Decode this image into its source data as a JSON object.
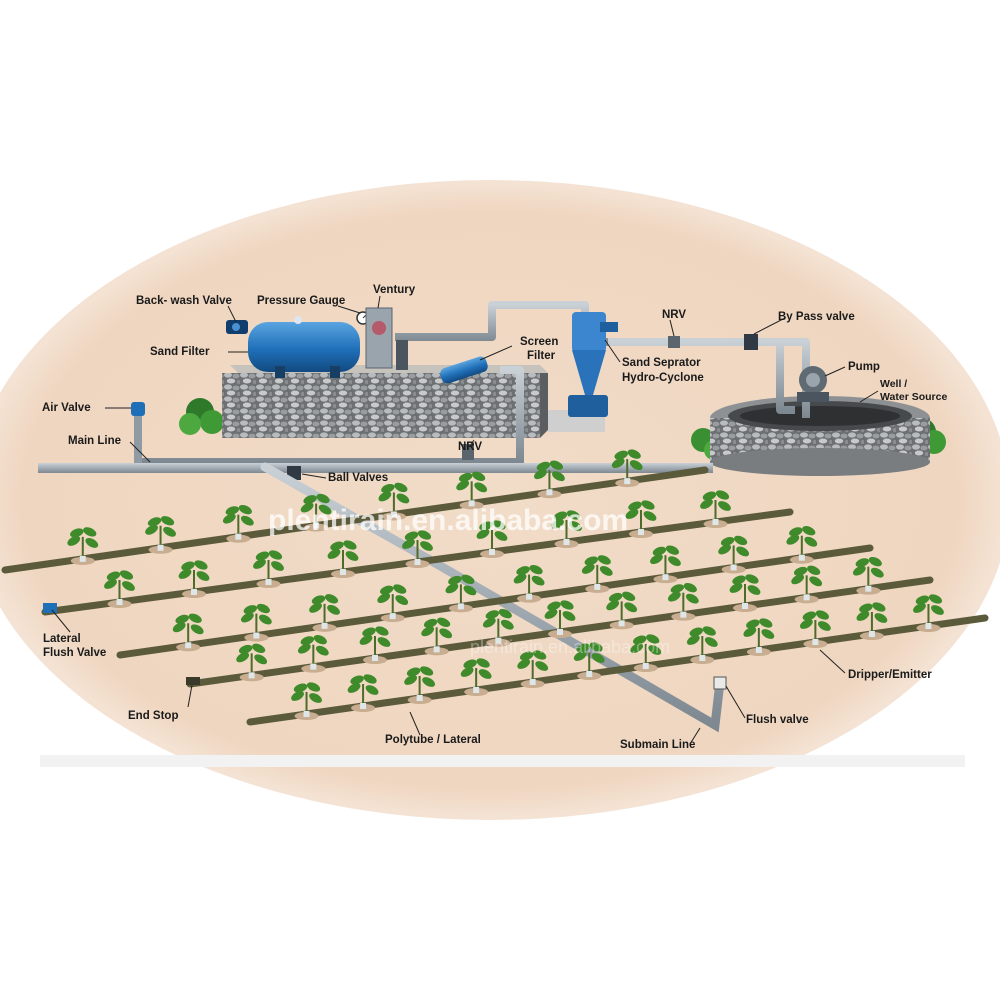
{
  "labels": {
    "backwash_valve": "Back- wash Valve",
    "pressure_gauge": "Pressure Gauge",
    "venturi": "Ventury",
    "sand_filter": "Sand Filter",
    "screen_filter_1": "Screen",
    "screen_filter_2": "Filter",
    "nrv_top": "NRV",
    "bypass_valve": "By Pass valve",
    "sand_separator_1": "Sand Seprator",
    "sand_separator_2": "Hydro-Cyclone",
    "pump": "Pump",
    "well_1": "Well /",
    "well_2": "Water Source",
    "air_valve": "Air Valve",
    "main_line": "Main Line",
    "nrv_main": "NRV",
    "ball_valves": "Ball Valves",
    "lateral_flush_1": "Lateral",
    "lateral_flush_2": "Flush Valve",
    "dripper": "Dripper/Emitter",
    "end_stop": "End Stop",
    "flush_valve": "Flush valve",
    "polytube": "Polytube / Lateral",
    "submain": "Submain Line"
  },
  "watermark": "plentirain.en.alibaba.com",
  "watermark_faint": "plentirain.en.alibaba.com",
  "colors": {
    "ground": "#efd9c4",
    "pipe": "#8f9aa3",
    "filter_blue": "#1f6fb8",
    "plant": "#3f8a2a",
    "lateral": "#5b5a3a"
  }
}
